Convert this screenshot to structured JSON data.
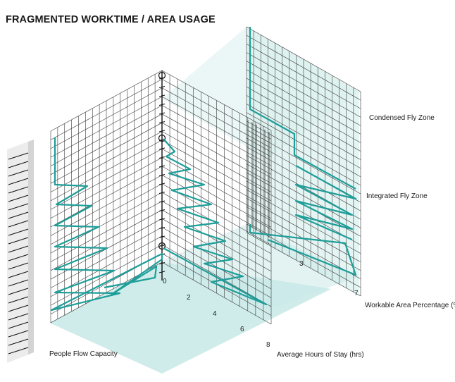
{
  "title": "FRAGMENTED WORKTIME / AREA USAGE",
  "zone_labels": {
    "condensed": "Condensed Fly Zone",
    "integrated": "Integrated Fly Zone"
  },
  "axis_labels": {
    "workable": "Workable Area Percentage (%)",
    "people_flow": "People Flow Capacity",
    "hours": "Average Hours of Stay  (hrs)"
  },
  "hours_ticks": [
    "0",
    "2",
    "4",
    "6",
    "8"
  ],
  "workable_ticks": [
    "3",
    "7"
  ],
  "colors": {
    "teal": "#1e9e99",
    "plane": "#bfe6e3",
    "grid": "#3a3a3a"
  }
}
